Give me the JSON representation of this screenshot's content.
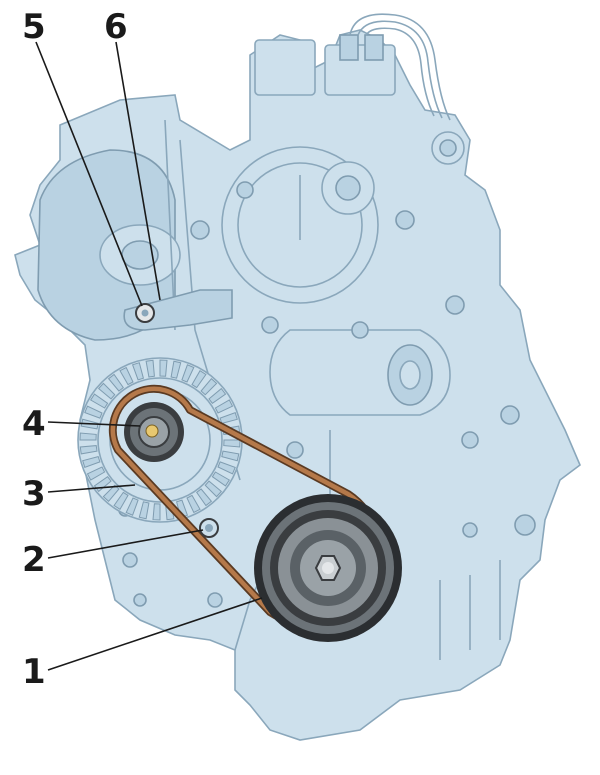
{
  "callouts": [
    {
      "id": "1",
      "label": "1"
    },
    {
      "id": "2",
      "label": "2"
    },
    {
      "id": "3",
      "label": "3"
    },
    {
      "id": "4",
      "label": "4"
    },
    {
      "id": "5",
      "label": "5"
    },
    {
      "id": "6",
      "label": "6"
    }
  ],
  "colors": {
    "engine_fill": "#cde0ec",
    "engine_outline": "#8aa7bb",
    "belt": "#b5794a",
    "pulley_dark": "#3a3d40",
    "pulley_mid": "#7e858a",
    "label_text": "#1a1a1a"
  },
  "icons": {
    "crankshaft_pulley": "crankshaft-pulley-icon",
    "alternator_pulley": "alternator-pulley-icon",
    "belt": "drive-belt-icon"
  }
}
